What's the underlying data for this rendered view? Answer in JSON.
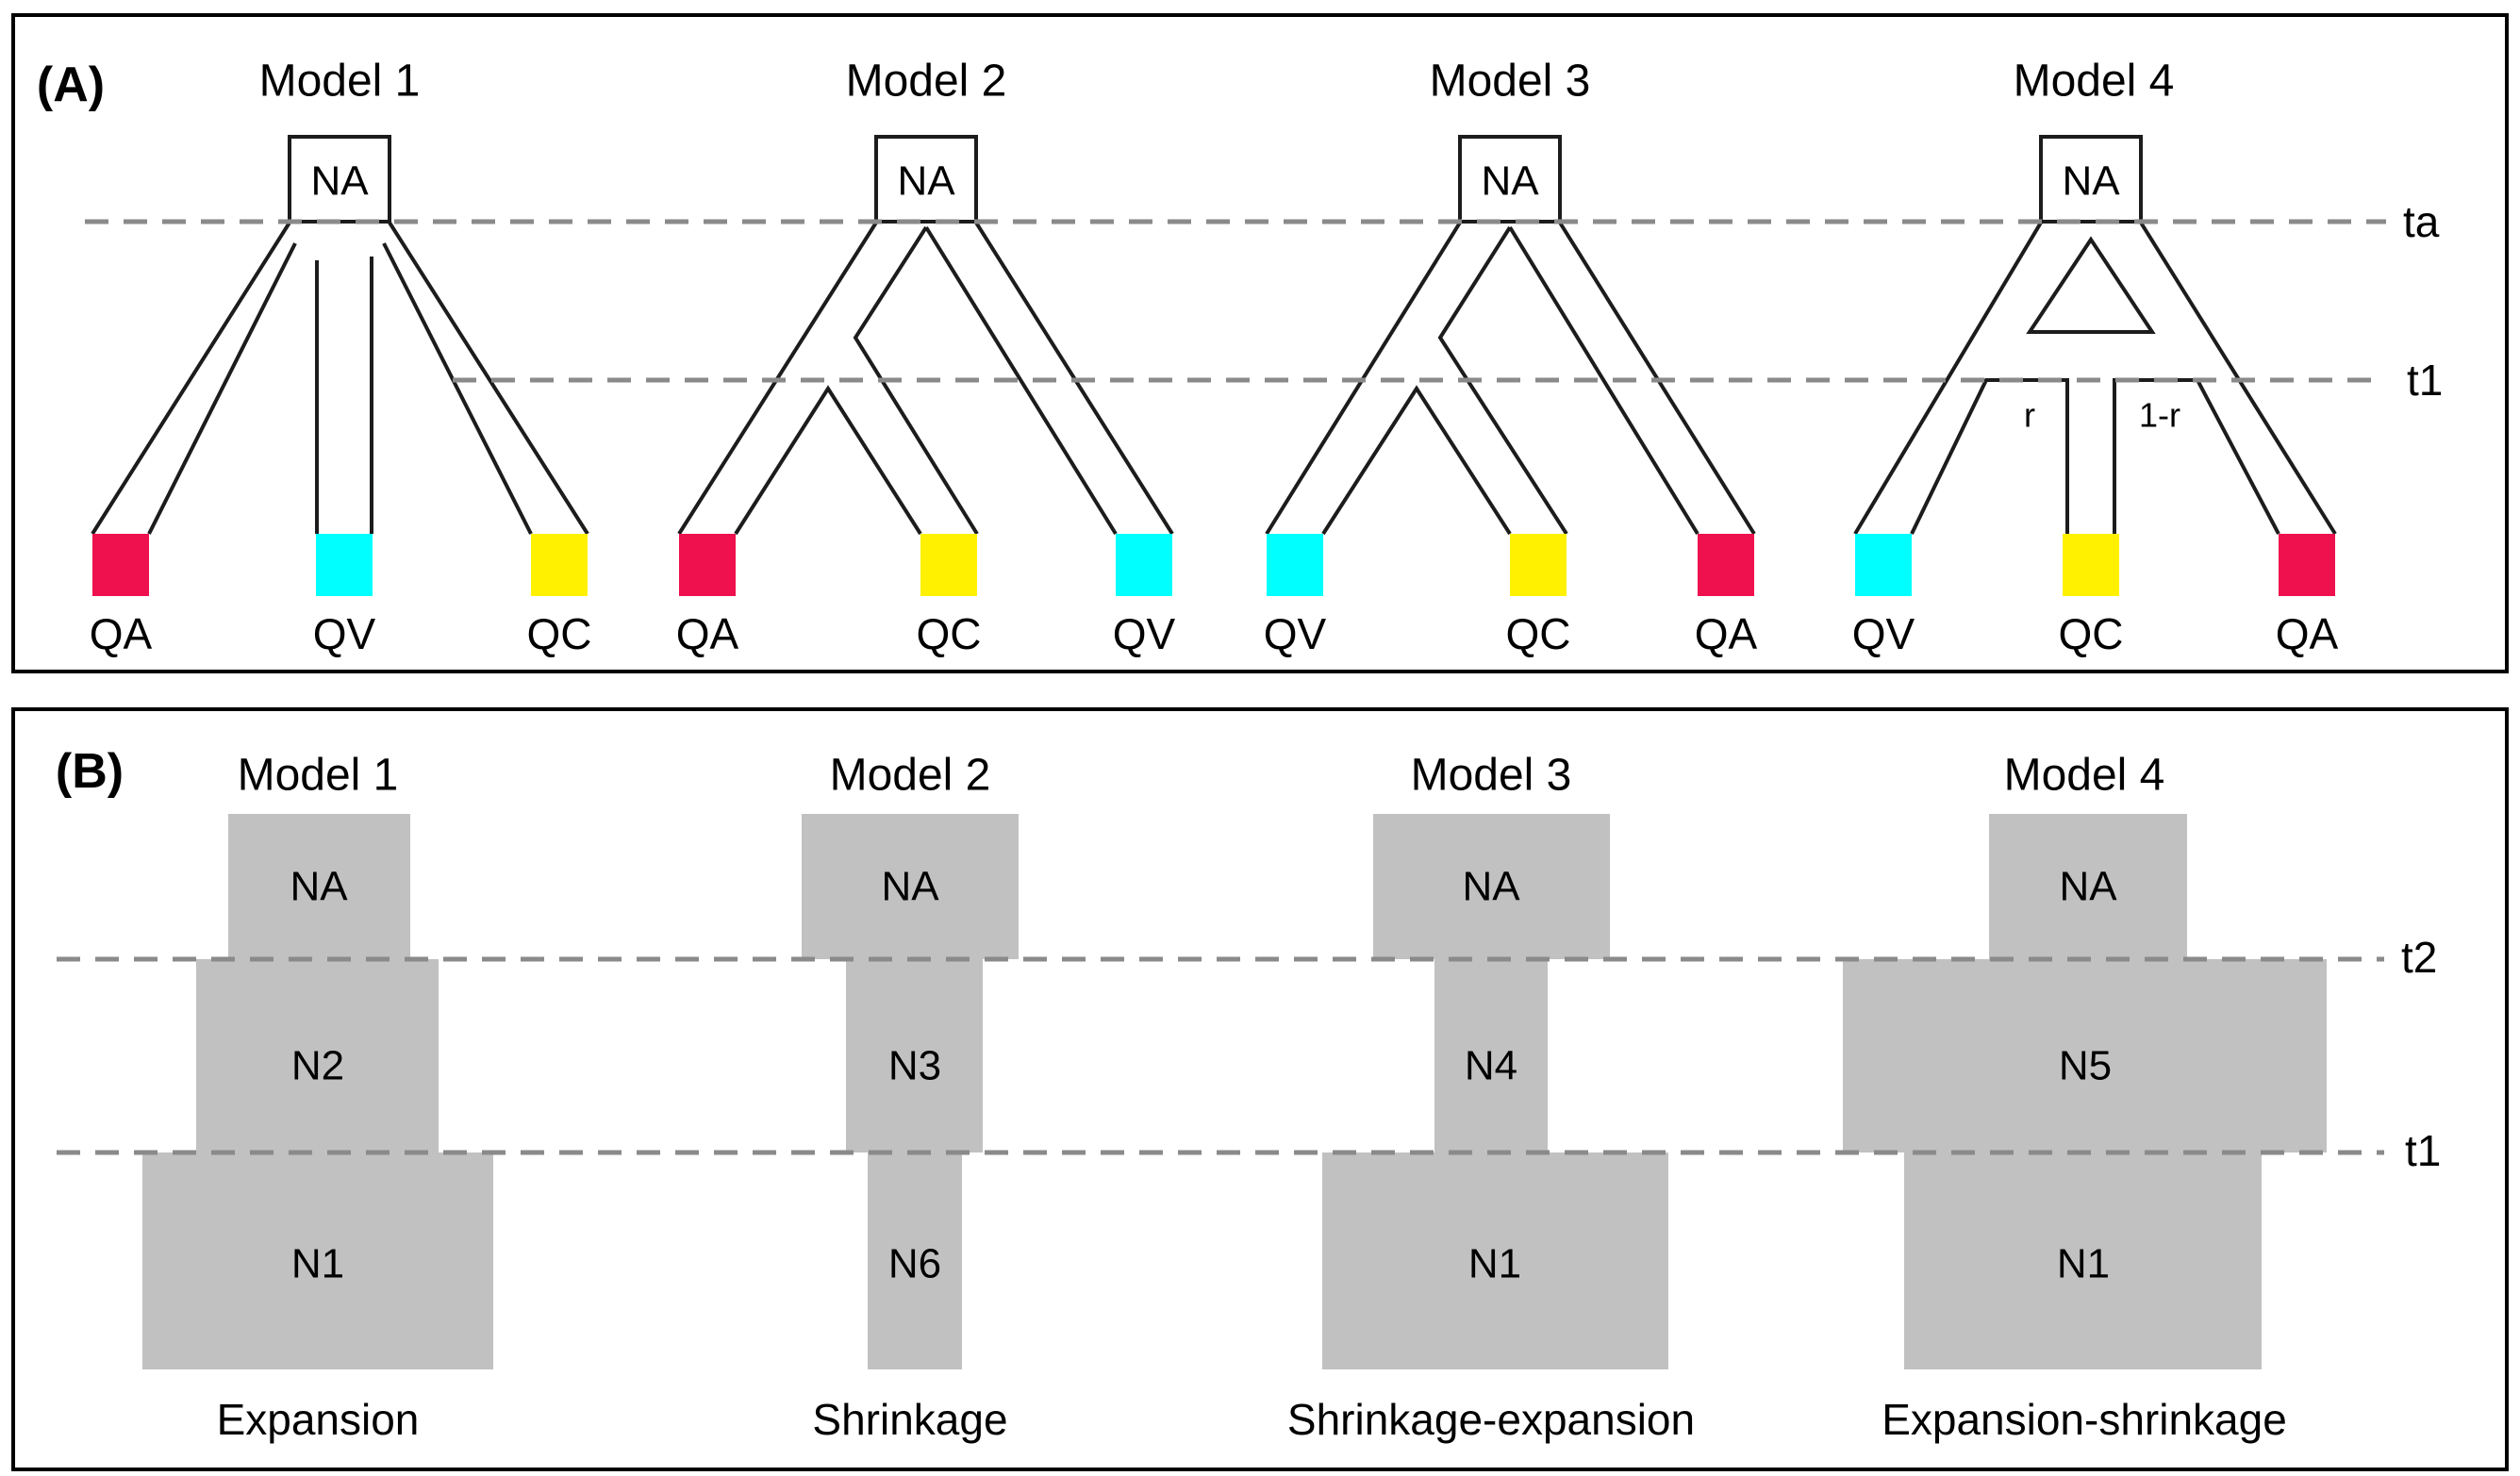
{
  "colors": {
    "qa_red": "#EF104E",
    "qv_cyan": "#00FFFF",
    "qc_yellow": "#FFF100",
    "block_gray": "#C1C1C1",
    "tree_line": "#1c1c1c",
    "dash_gray": "#8a8a8a"
  },
  "panel_a": {
    "tag": "(A)",
    "time_lines": {
      "ta": "ta",
      "t1": "t1"
    },
    "models": [
      {
        "title": "Model 1",
        "root": "NA",
        "tips": [
          {
            "label": "QA",
            "color": "#EF104E"
          },
          {
            "label": "QV",
            "color": "#00FFFF"
          },
          {
            "label": "QC",
            "color": "#FFF100"
          }
        ]
      },
      {
        "title": "Model 2",
        "root": "NA",
        "tips": [
          {
            "label": "QA",
            "color": "#EF104E"
          },
          {
            "label": "QC",
            "color": "#FFF100"
          },
          {
            "label": "QV",
            "color": "#00FFFF"
          }
        ]
      },
      {
        "title": "Model 3",
        "root": "NA",
        "tips": [
          {
            "label": "QV",
            "color": "#00FFFF"
          },
          {
            "label": "QC",
            "color": "#FFF100"
          },
          {
            "label": "QA",
            "color": "#EF104E"
          }
        ]
      },
      {
        "title": "Model 4",
        "root": "NA",
        "admixture": {
          "left": "r",
          "right": "1-r"
        },
        "tips": [
          {
            "label": "QV",
            "color": "#00FFFF"
          },
          {
            "label": "QC",
            "color": "#FFF100"
          },
          {
            "label": "QA",
            "color": "#EF104E"
          }
        ]
      }
    ]
  },
  "panel_b": {
    "tag": "(B)",
    "time_lines": {
      "t2": "t2",
      "t1": "t1"
    },
    "models": [
      {
        "title": "Model 1",
        "blocks": [
          "NA",
          "N2",
          "N1"
        ],
        "caption": "Expansion"
      },
      {
        "title": "Model 2",
        "blocks": [
          "NA",
          "N3",
          "N6"
        ],
        "caption": "Shrinkage"
      },
      {
        "title": "Model 3",
        "blocks": [
          "NA",
          "N4",
          "N1"
        ],
        "caption": "Shrinkage-expansion"
      },
      {
        "title": "Model 4",
        "blocks": [
          "NA",
          "N5",
          "N1"
        ],
        "caption": "Expansion-shrinkage"
      }
    ]
  }
}
